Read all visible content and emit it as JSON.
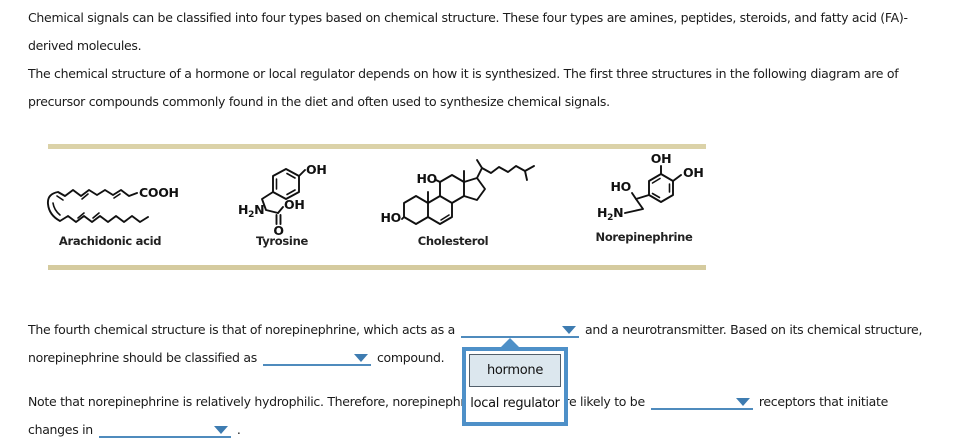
{
  "intro": {
    "p1_lines": [
      "Chemical signals can be classified into four types based on chemical structure. These four types are amines, peptides, steroids, and fatty acid (FA)-",
      "derived molecules."
    ],
    "p2_lines": [
      "The chemical structure of a hormone or local regulator depends on how it is synthesized. The first three structures in the following diagram are of",
      "precursor compounds commonly found in the diet and often used to synthesize chemical signals."
    ]
  },
  "diagram": {
    "band_color_top": "#dbd2a8",
    "band_color_bottom": "#d5cb9f",
    "structures": [
      {
        "name": "Arachidonic acid"
      },
      {
        "name": "Tyrosine"
      },
      {
        "name": "Cholesterol"
      },
      {
        "name": "Norepinephrine"
      }
    ],
    "formula_labels": {
      "cooh": "COOH",
      "oh": "OH",
      "ho": "HO",
      "o": "O",
      "h": "H",
      "two": "2",
      "n": "N"
    }
  },
  "question1": {
    "line1_before": "The fourth chemical structure is that of norepinephrine, which acts as a",
    "line1_after": "and a neurotransmitter. Based on its chemical structure,",
    "line2_before": "norepinephrine should be classified as",
    "line2_after": "compound."
  },
  "question2": {
    "line1_before": "Note that norepinephrine is relatively hydrophilic. Therefore, norepinephrine would be more likely to be",
    "line1_after": "receptors that initiate",
    "line2_before": "changes in",
    "line2_after": "."
  },
  "dropdown": {
    "options": [
      {
        "label": "hormone",
        "highlighted": true
      },
      {
        "label": "local regulator",
        "highlighted": false
      }
    ],
    "border_color": "#4e90c8",
    "highlight_bg": "#dce7ee"
  },
  "colors": {
    "blank_line": "#4f8bbd",
    "blank_arrow": "#3e7cb1"
  }
}
